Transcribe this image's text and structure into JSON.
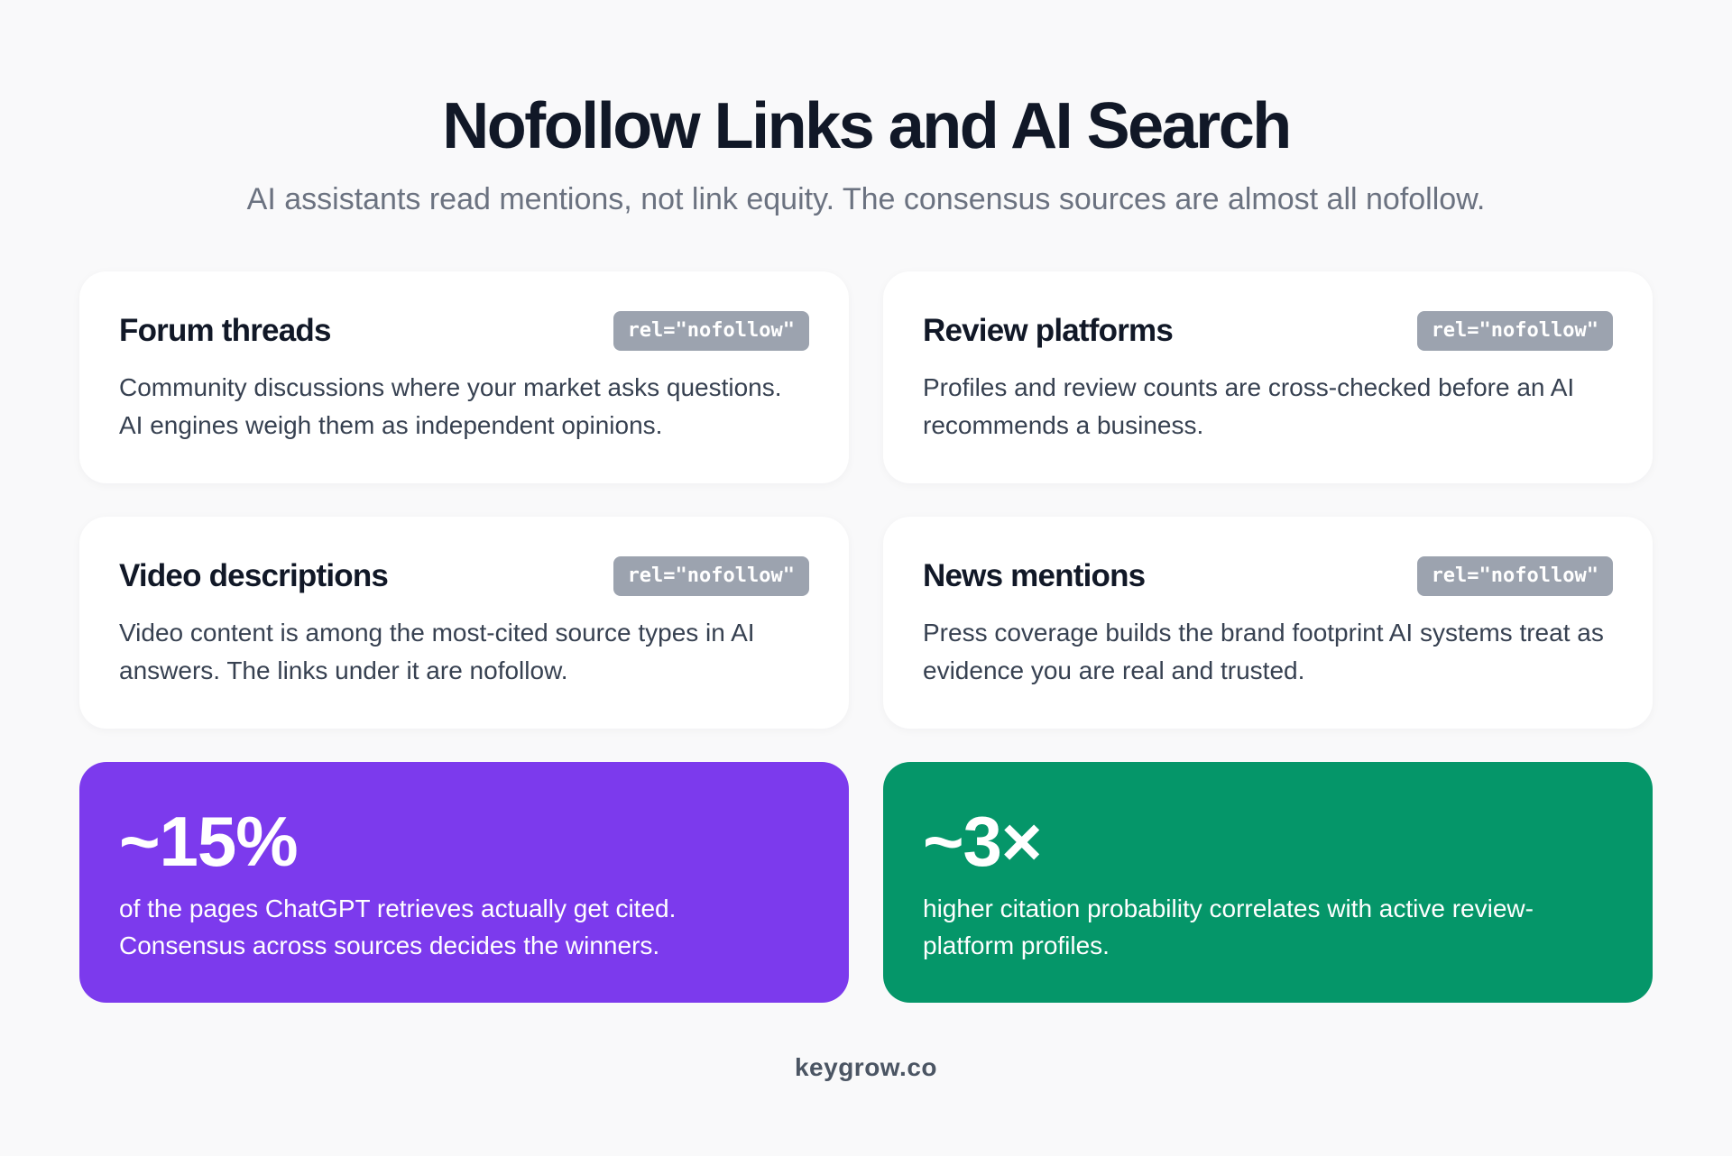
{
  "header": {
    "title": "Nofollow Links and AI Search",
    "subtitle": "AI assistants read mentions, not link equity. The consensus sources are almost all nofollow."
  },
  "cards": [
    {
      "title": "Forum threads",
      "badge": "rel=\"nofollow\"",
      "body": "Community discussions where your market asks questions. AI engines weigh them as independent opinions."
    },
    {
      "title": "Review platforms",
      "badge": "rel=\"nofollow\"",
      "body": "Profiles and review counts are cross-checked before an AI recommends a business."
    },
    {
      "title": "Video descriptions",
      "badge": "rel=\"nofollow\"",
      "body": "Video content is among the most-cited source types in AI answers. The links under it are nofollow."
    },
    {
      "title": "News mentions",
      "badge": "rel=\"nofollow\"",
      "body": "Press coverage builds the brand footprint AI systems treat as evidence you are real and trusted."
    }
  ],
  "stats": [
    {
      "value": "~15%",
      "text": "of the pages ChatGPT retrieves actually get cited. Consensus across sources decides the winners.",
      "color": "#7c3aed"
    },
    {
      "value": "~3×",
      "text": "higher citation probability correlates with active review-platform profiles.",
      "color": "#059669"
    }
  ],
  "colors": {
    "background": "#f9f9fa",
    "badge": "#9ca3af",
    "title": "#111827",
    "subtitle": "#6b7280"
  },
  "footer": {
    "brand": "keygrow.co"
  }
}
